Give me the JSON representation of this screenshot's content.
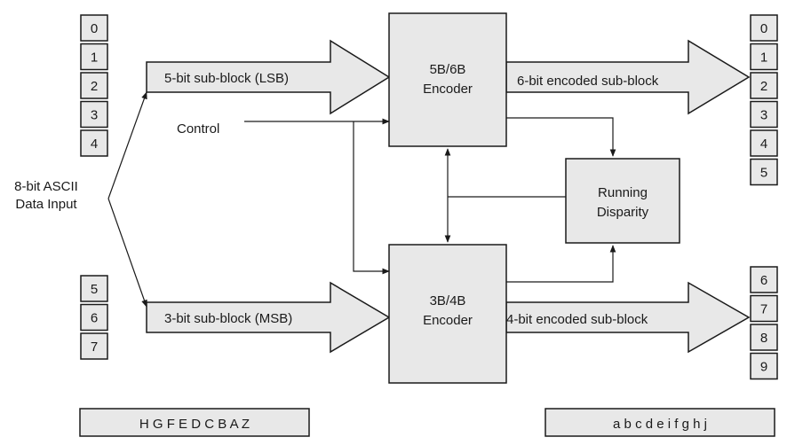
{
  "input_label": {
    "line1": "8-bit ASCII",
    "line2": "Data Input"
  },
  "control_label": "Control",
  "input_bits_top": [
    "0",
    "1",
    "2",
    "3",
    "4"
  ],
  "input_bits_bottom": [
    "5",
    "6",
    "7"
  ],
  "output_bits_top": [
    "0",
    "1",
    "2",
    "3",
    "4",
    "5"
  ],
  "output_bits_bottom": [
    "6",
    "7",
    "8",
    "9"
  ],
  "arrows": {
    "lsb": "5-bit sub-block (LSB)",
    "msb": "3-bit sub-block (MSB)",
    "out6": "6-bit encoded sub-block",
    "out4": "4-bit encoded sub-block"
  },
  "encoder_5b6b": {
    "line1": "5B/6B",
    "line2": "Encoder"
  },
  "encoder_3b4b": {
    "line1": "3B/4B",
    "line2": "Encoder"
  },
  "disparity": {
    "line1": "Running",
    "line2": "Disparity"
  },
  "input_letters": "H G F E D C B A Z",
  "output_letters": "a b c d e i f g h j",
  "colors": {
    "fill": "#e8e8e8",
    "stroke": "#1a1a1a",
    "background": "#ffffff"
  }
}
